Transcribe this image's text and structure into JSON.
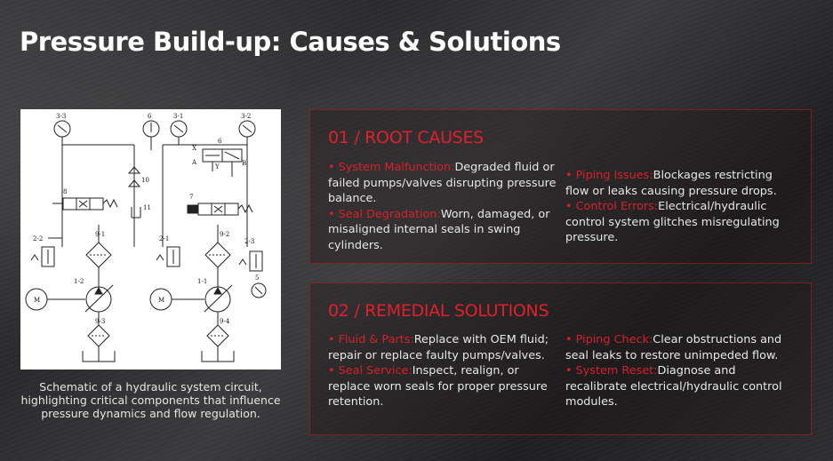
{
  "title": "Pressure Build-up: Causes & Solutions",
  "colors": {
    "accent": "#e0202a",
    "text": "#e8e8e8",
    "background": "#2e2e30"
  },
  "figure": {
    "caption": "Schematic of a hydraulic system circuit, highlighting critical components that influence pressure dynamics and flow regulation.",
    "labels": [
      "3-3",
      "6",
      "3-1",
      "3-2",
      "6",
      "X",
      "A",
      "B",
      "Y",
      "10",
      "11",
      "8",
      "7",
      "2-2",
      "9-1",
      "2-1",
      "9-2",
      "2-3",
      "5",
      "M",
      "1-2",
      "M",
      "1-1",
      "9-3",
      "9-4"
    ]
  },
  "causes": {
    "heading": "01 / ROOT CAUSES",
    "items": [
      {
        "label": "• System Malfunction:",
        "text": "Degraded fluid or failed pumps/valves disrupting pressure balance."
      },
      {
        "label": "• Seal Degradation:",
        "text": "Worn, damaged, or misaligned internal seals in swing cylinders."
      },
      {
        "label": "• Piping Issues:",
        "text": "Blockages restricting flow or leaks causing pressure drops."
      },
      {
        "label": "• Control Errors:",
        "text": "Electrical/hydraulic control system glitches misregulating pressure."
      }
    ]
  },
  "solutions": {
    "heading": "02 / REMEDIAL SOLUTIONS",
    "items": [
      {
        "label": "• Fluid & Parts:",
        "text": "Replace with OEM fluid; repair or replace faulty pumps/valves."
      },
      {
        "label": "• Seal Service:",
        "text": "Inspect, realign, or replace worn seals for proper pressure retention."
      },
      {
        "label": "• Piping Check:",
        "text": "Clear obstructions and seal leaks to restore unimpeded flow."
      },
      {
        "label": "• System Reset:",
        "text": "Diagnose and recalibrate electrical/hydraulic control modules."
      }
    ]
  }
}
